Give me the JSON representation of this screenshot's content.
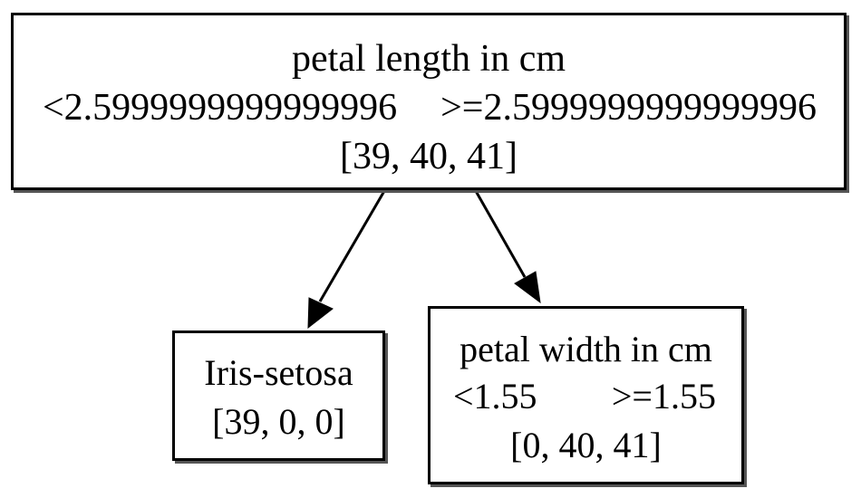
{
  "root": {
    "feature": "petal length in cm",
    "left_condition": "<2.5999999999999996",
    "right_condition": ">=2.5999999999999996",
    "counts": "[39, 40, 41]"
  },
  "left_child": {
    "label": "Iris-setosa",
    "counts": "[39, 0, 0]"
  },
  "right_child": {
    "feature": "petal width in cm",
    "left_condition": "<1.55",
    "right_condition": ">=1.55",
    "counts": "[0, 40, 41]"
  }
}
